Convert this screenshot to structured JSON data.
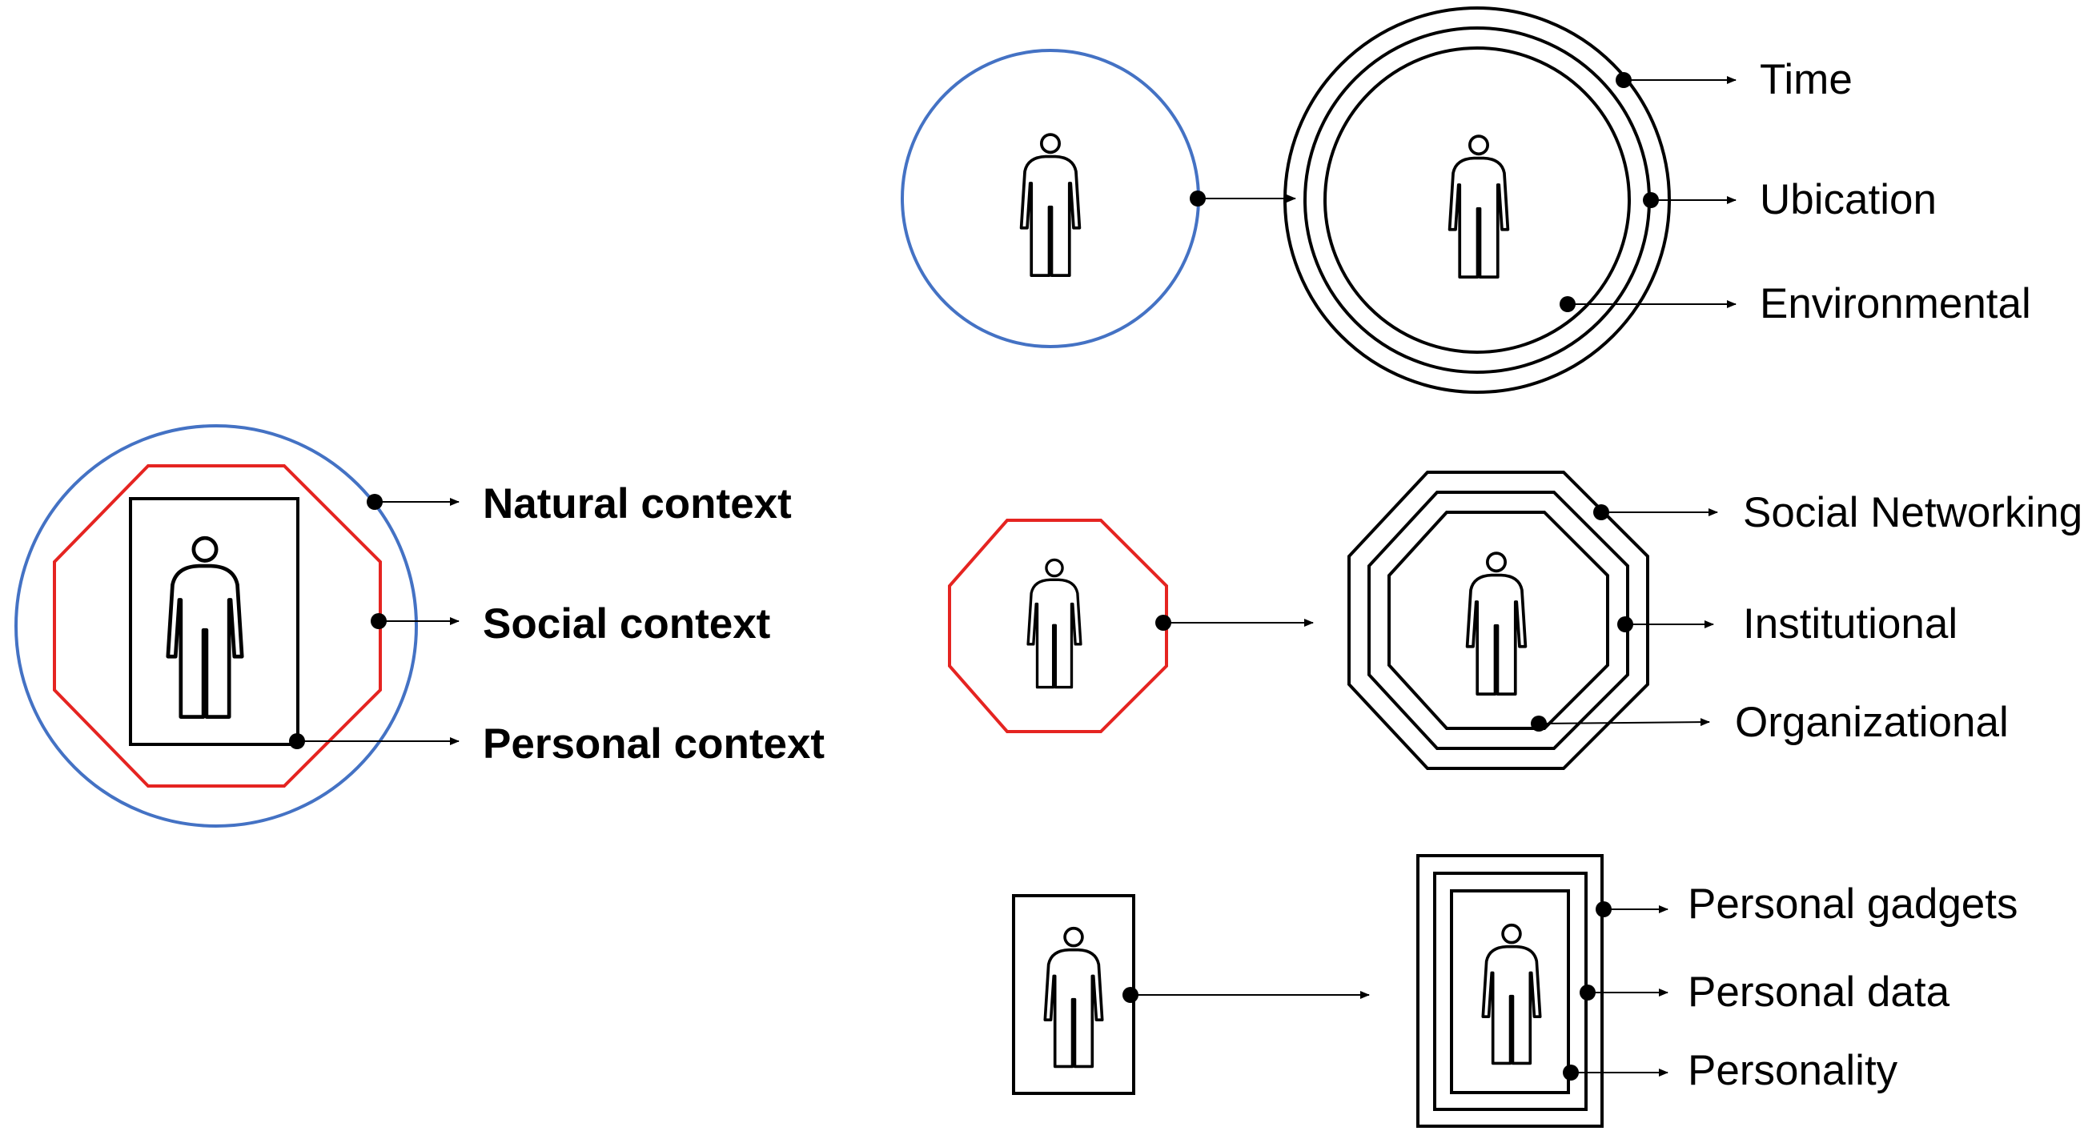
{
  "overview": {
    "labels": [
      "Natural context",
      "Social context",
      "Personal context"
    ]
  },
  "natural": {
    "labels": [
      "Time",
      "Ubication",
      "Environmental"
    ]
  },
  "social": {
    "labels": [
      "Social Networking",
      "Institutional",
      "Organizational"
    ]
  },
  "personal": {
    "labels": [
      "Personal gadgets",
      "Personal data",
      "Personality"
    ]
  },
  "colors": {
    "natural_context": "#4472C4",
    "social_context": "#E52421",
    "personal_context": "#000000",
    "stroke": "#000000"
  },
  "icons": [
    "person-icon"
  ]
}
